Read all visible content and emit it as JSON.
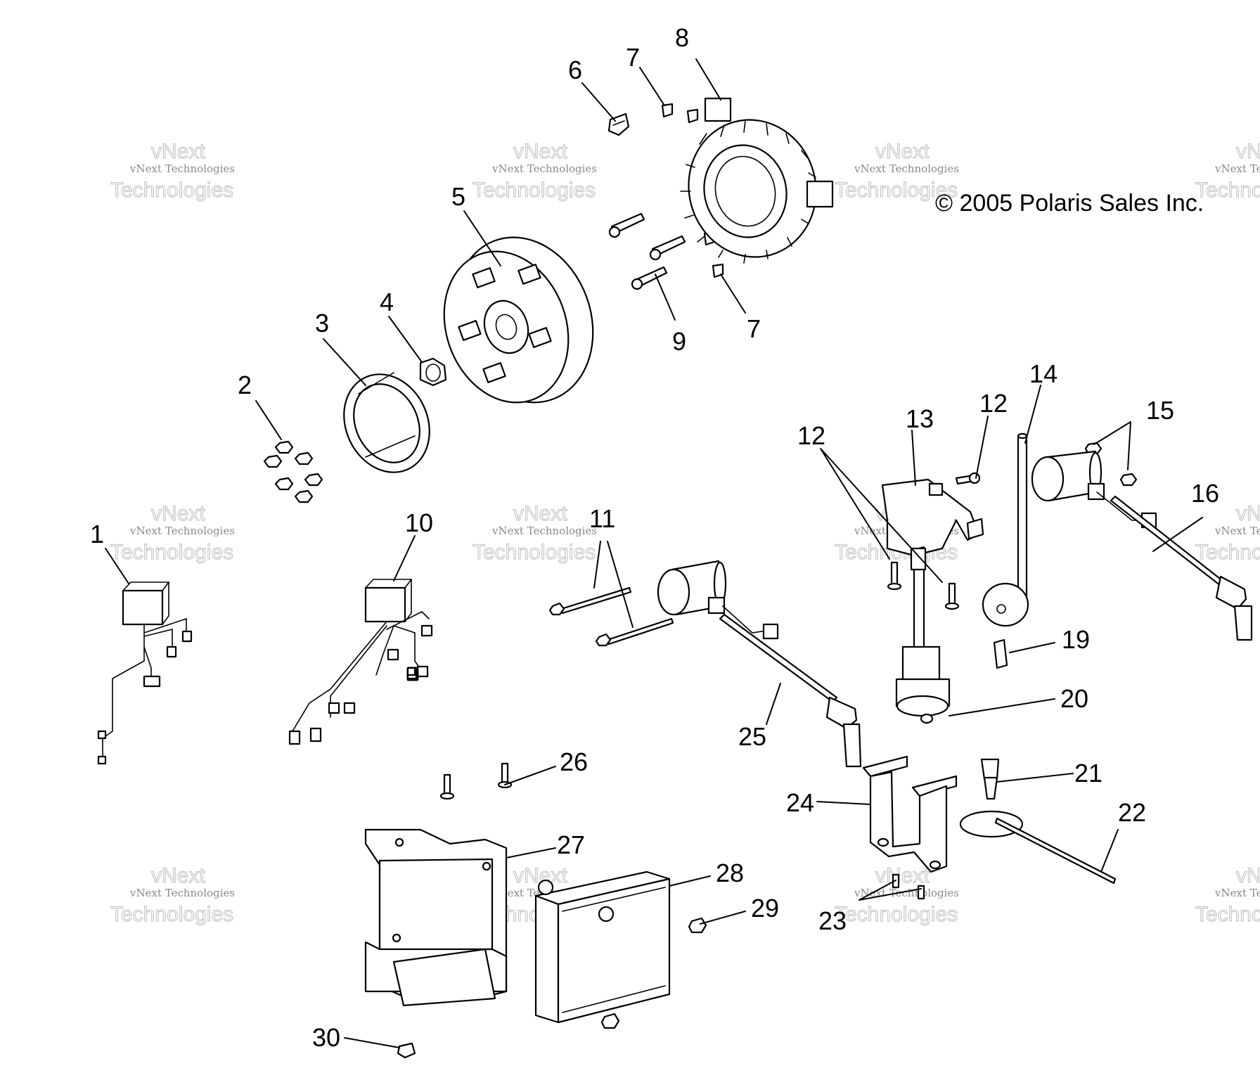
{
  "copyright": "© 2005 Polaris Sales Inc.",
  "watermark": {
    "line1": "vNext Technologies",
    "line2": "vNext",
    "line3": "Technologies"
  },
  "callouts": [
    "1",
    "2",
    "3",
    "4",
    "5",
    "6",
    "7",
    "7",
    "8",
    "9",
    "10",
    "11",
    "12",
    "12",
    "13",
    "14",
    "15",
    "16",
    "19",
    "20",
    "21",
    "22",
    "23",
    "24",
    "25",
    "26",
    "27",
    "28",
    "29",
    "30"
  ]
}
